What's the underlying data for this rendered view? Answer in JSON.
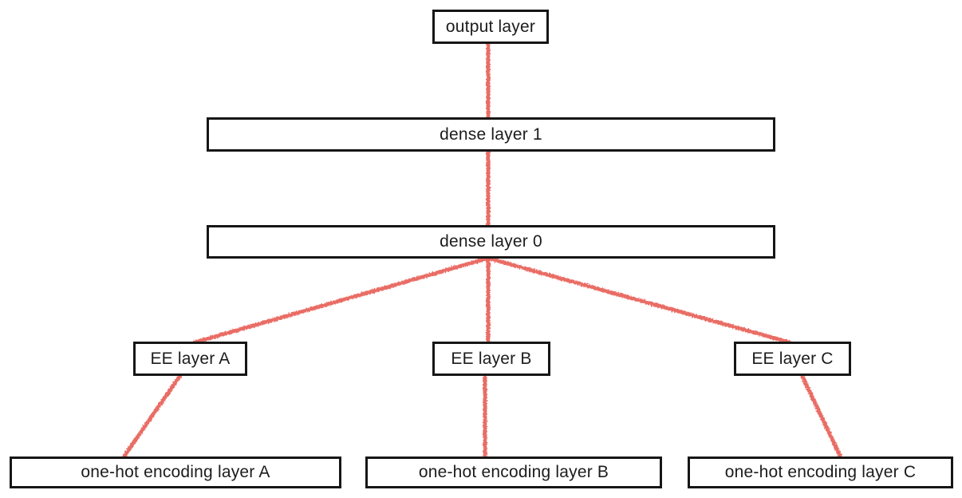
{
  "diagram": {
    "type": "neural-network-architecture",
    "edge_color": "#e8625a",
    "box_border_color": "#161616",
    "background_color": "#ffffff",
    "nodes": [
      {
        "id": "output",
        "label": "output layer"
      },
      {
        "id": "dense1",
        "label": "dense layer 1"
      },
      {
        "id": "dense0",
        "label": "dense layer 0"
      },
      {
        "id": "ee_a",
        "label": "EE layer A"
      },
      {
        "id": "ee_b",
        "label": "EE layer B"
      },
      {
        "id": "ee_c",
        "label": "EE layer C"
      },
      {
        "id": "onehot_a",
        "label": "one-hot encoding layer A"
      },
      {
        "id": "onehot_b",
        "label": "one-hot encoding layer B"
      },
      {
        "id": "onehot_c",
        "label": "one-hot encoding layer C"
      }
    ],
    "edges": [
      {
        "from": "output layer",
        "to": "dense layer 1"
      },
      {
        "from": "dense layer 1",
        "to": "dense layer 0"
      },
      {
        "from": "dense layer 0",
        "to": "EE layer A"
      },
      {
        "from": "dense layer 0",
        "to": "EE layer B"
      },
      {
        "from": "dense layer 0",
        "to": "EE layer C"
      },
      {
        "from": "EE layer A",
        "to": "one-hot encoding layer A"
      },
      {
        "from": "EE layer B",
        "to": "one-hot encoding layer B"
      },
      {
        "from": "EE layer C",
        "to": "one-hot encoding layer C"
      }
    ]
  }
}
